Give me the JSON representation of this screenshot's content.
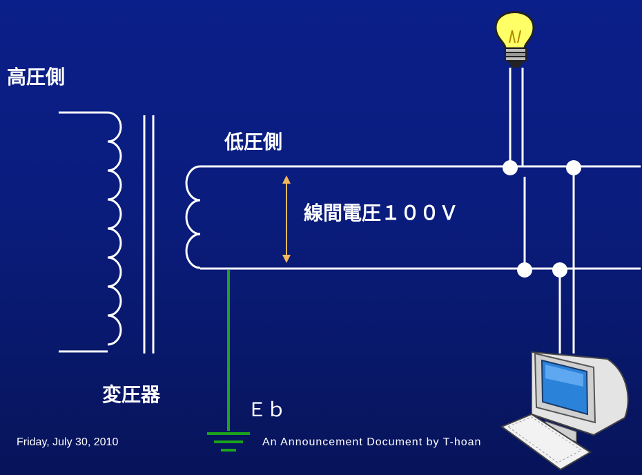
{
  "labels": {
    "high_voltage_side": "高圧側",
    "low_voltage_side": "低圧側",
    "line_voltage": "線間電圧１００Ｖ",
    "transformer": "変圧器",
    "ground": "Ｅｂ"
  },
  "footer": {
    "date": "Friday, July 30, 2010",
    "title": "An Announcement Document by T-hoan"
  },
  "colors": {
    "wire": "#ffffff",
    "ground_wire": "#1ca31c",
    "voltage_arrow": "#f5b75a",
    "background_top": "#0b1f8a",
    "background_bottom": "#07145a"
  },
  "icons": {
    "bulb": "light-bulb-icon",
    "computer": "computer-icon",
    "ground": "ground-symbol-icon"
  }
}
